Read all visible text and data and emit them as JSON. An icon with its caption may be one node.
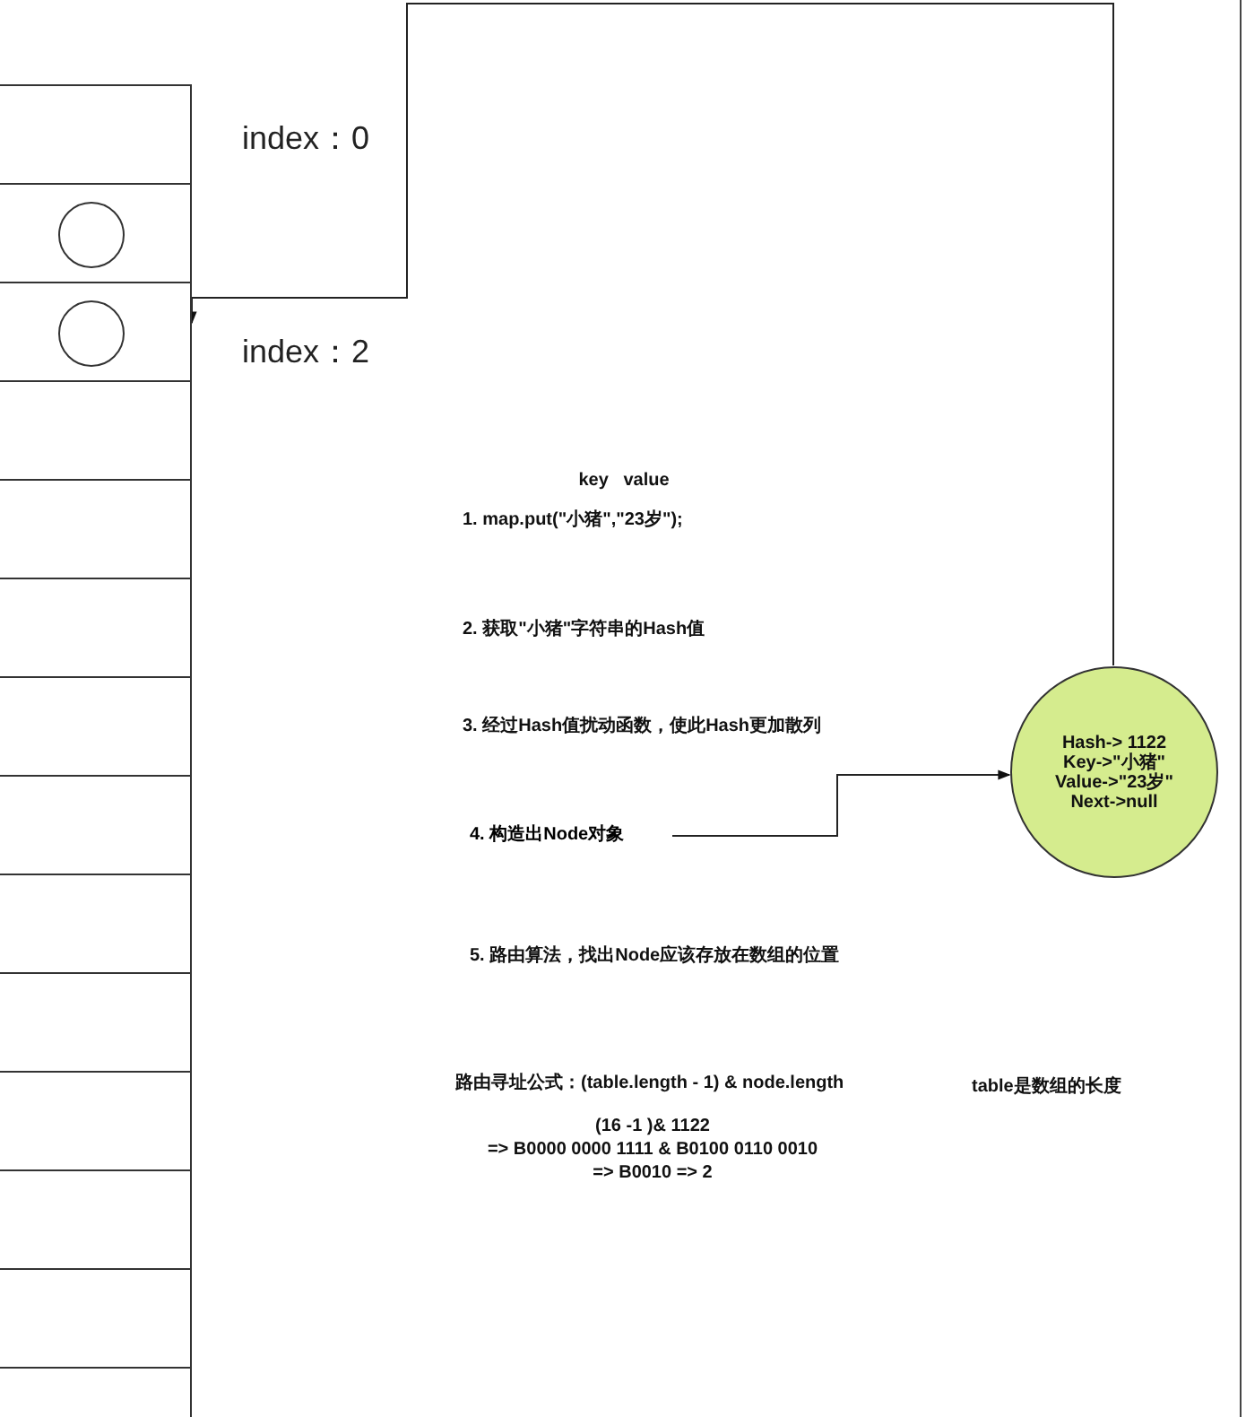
{
  "diagram": {
    "nodes": [
      {
        "text": [],
        "shape": "box",
        "beside": [
          "index：0"
        ]
      },
      {
        "text": [],
        "shape": "box"
      },
      {
        "text": [],
        "shape": "circle",
        "in": 1
      },
      {
        "text": [],
        "shape": "box",
        "beside": [
          "index：2"
        ]
      },
      {
        "text": [],
        "shape": "circle",
        "in": 3
      },
      {
        "text": [],
        "shape": "box"
      },
      {
        "text": [],
        "shape": "box"
      },
      {
        "text": [],
        "shape": "box"
      },
      {
        "text": [],
        "shape": "box"
      },
      {
        "text": [],
        "shape": "box"
      },
      {
        "text": [],
        "shape": "box"
      },
      {
        "text": [],
        "shape": "box"
      },
      {
        "text": [],
        "shape": "box"
      },
      {
        "text": [],
        "shape": "box"
      },
      {
        "text": [],
        "shape": "box"
      },
      {
        "text": [],
        "shape": "box"
      },
      {
        "text": [
          "4. 构造出Node对象"
        ]
      },
      {
        "text": [
          "Hash-> 1122",
          "Key->\"小猪\"",
          "Value->\"23岁\"",
          "Next->null"
        ]
      }
    ],
    "edges": [
      {
        "from": 16,
        "to": 17,
        "arrow": "to"
      },
      {
        "from": 17,
        "to": 3,
        "arrow": "to"
      }
    ],
    "labels": [
      "key   value",
      "1. map.put(\"小猪\",\"23岁\");",
      "2. 获取\"小猪\"字符串的Hash值",
      "3. 经过Hash值扰动函数，使此Hash更加散列",
      "5. 路由算法，找出Node应该存放在数组的位置",
      "路由寻址公式：(table.length - 1) & node.length",
      "table是数组的长度",
      "(16 -1 )& 1122",
      "=> B0000 0000 1111 & B0100 0110 0010",
      "=> B0010 => 2"
    ]
  }
}
